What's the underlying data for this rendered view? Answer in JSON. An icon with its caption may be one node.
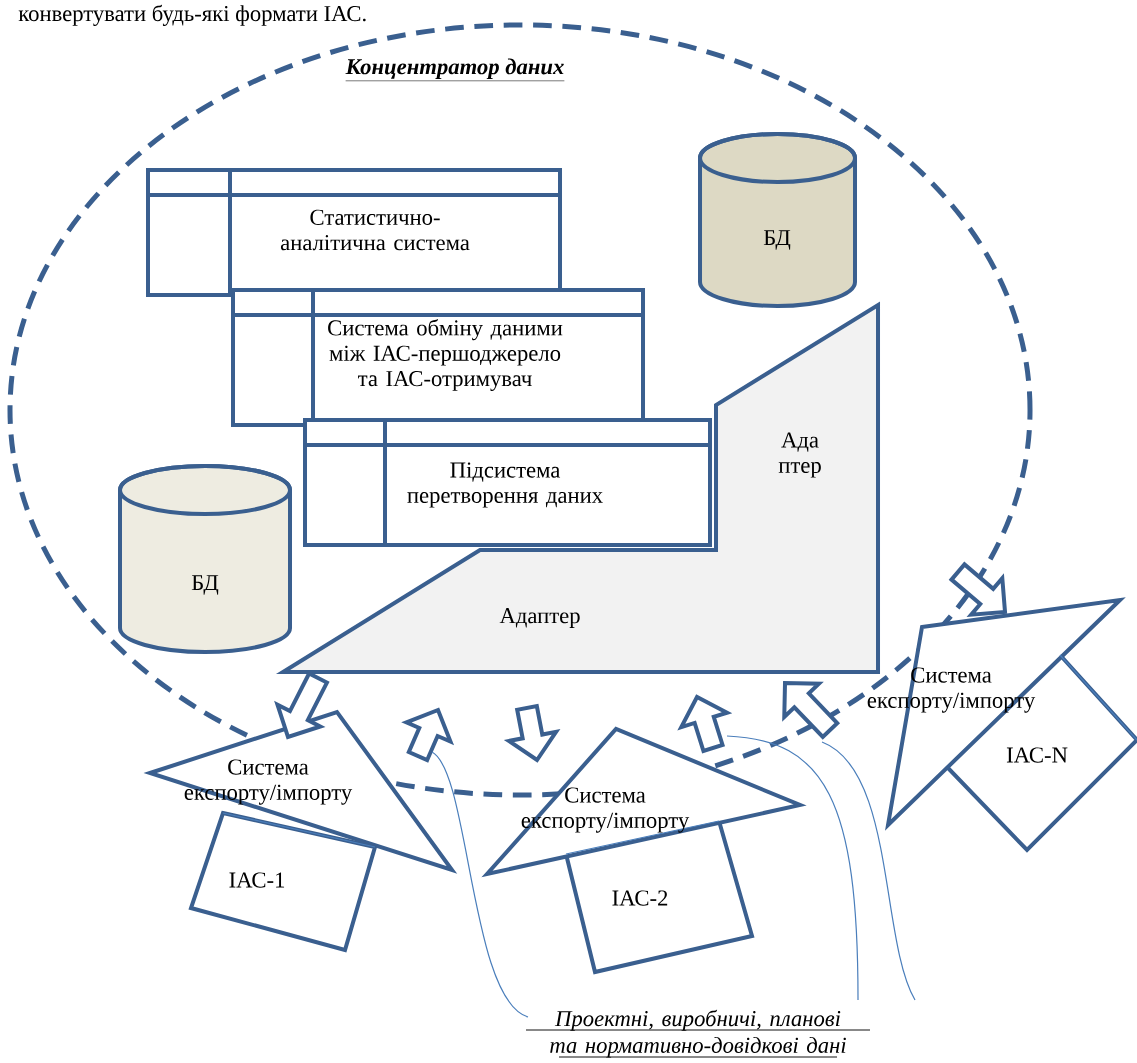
{
  "diagram": {
    "nodes": [
      {
        "text": [
          "Концентратор даних"
        ]
      },
      {
        "text": [
          "Статистично-аналітична система"
        ],
        "in": 0
      },
      {
        "text": [
          "Система обміну даними між ІАС-першоджерело та ІАС-отримувач"
        ],
        "in": 0
      },
      {
        "text": [
          "Підсистема перетворення даних"
        ],
        "in": 0
      },
      {
        "text": [
          "БД"
        ],
        "in": 0
      },
      {
        "text": [
          "БД"
        ],
        "in": 0
      },
      {
        "text": [
          "Ада птер",
          "Адаптер"
        ],
        "in": 0
      },
      {
        "text": [
          "Система експорту/імпорту"
        ]
      },
      {
        "text": [
          "ІАС-1"
        ]
      },
      {
        "text": [
          "Система експорту/імпорту"
        ]
      },
      {
        "text": [
          "ІАС-2"
        ]
      },
      {
        "text": [
          "Система експорту/імпорту"
        ]
      },
      {
        "text": [
          "ІАС-N"
        ]
      },
      {
        "text": [
          "Проектні, виробничі, планові та нормативно-довідкові дані"
        ]
      }
    ],
    "edges": [
      {
        "from": 6,
        "to": 7,
        "arrow": "to"
      },
      {
        "from": 7,
        "to": 6,
        "arrow": "to"
      },
      {
        "from": 6,
        "to": 9,
        "arrow": "to"
      },
      {
        "from": 9,
        "to": 6,
        "arrow": "to"
      },
      {
        "from": 11,
        "to": 6,
        "arrow": "to"
      },
      {
        "from": 0,
        "to": 11,
        "arrow": "to"
      },
      {
        "from": 13,
        "to": null,
        "arrow": "none",
        "color": "#4a7ebb"
      },
      {
        "from": 13,
        "to": null,
        "arrow": "none",
        "color": "#4a7ebb"
      },
      {
        "from": 13,
        "to": null,
        "arrow": "none",
        "color": "#4a7ebb"
      }
    ],
    "labels": [
      "конвертувати будь-які формати ІАС."
    ]
  }
}
